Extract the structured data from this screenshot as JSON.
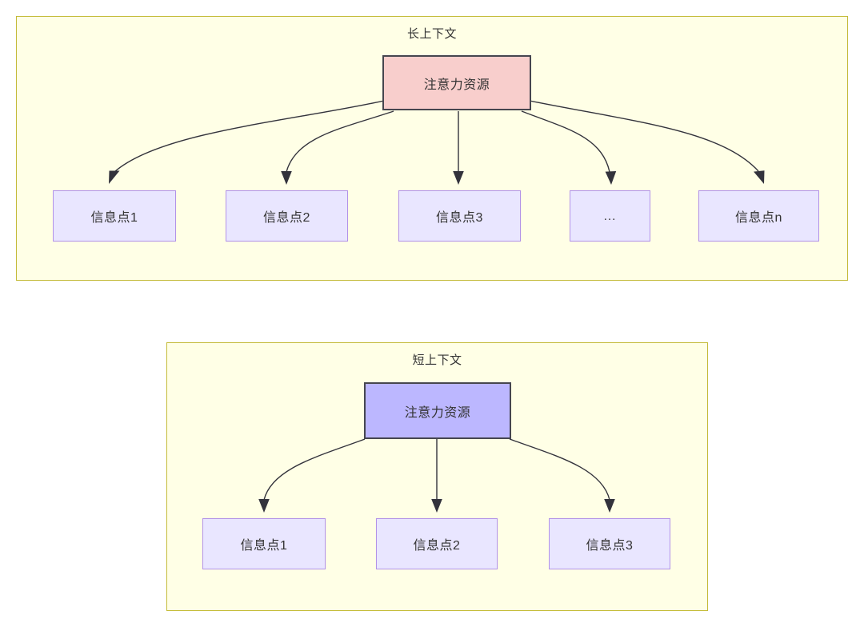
{
  "diagram": {
    "type": "flow-diagram",
    "groups": [
      {
        "id": "long-context",
        "title": "长上下文",
        "root": {
          "label": "注意力资源",
          "fill": "#f8cecc",
          "stroke": "#46464f"
        },
        "children": [
          {
            "label": "信息点1"
          },
          {
            "label": "信息点2"
          },
          {
            "label": "信息点3"
          },
          {
            "label": "..."
          },
          {
            "label": "信息点n"
          }
        ],
        "fill": "#ffffe6",
        "stroke": "#c4bb38"
      },
      {
        "id": "short-context",
        "title": "短上下文",
        "root": {
          "label": "注意力资源",
          "fill": "#bcb7ff",
          "stroke": "#46464f"
        },
        "children": [
          {
            "label": "信息点1"
          },
          {
            "label": "信息点2"
          },
          {
            "label": "信息点3"
          }
        ],
        "fill": "#ffffe6",
        "stroke": "#c4bb38"
      }
    ],
    "node_style": {
      "info_fill": "#e9e6ff",
      "info_stroke": "#b292e8",
      "edge_color": "#33333c"
    }
  }
}
